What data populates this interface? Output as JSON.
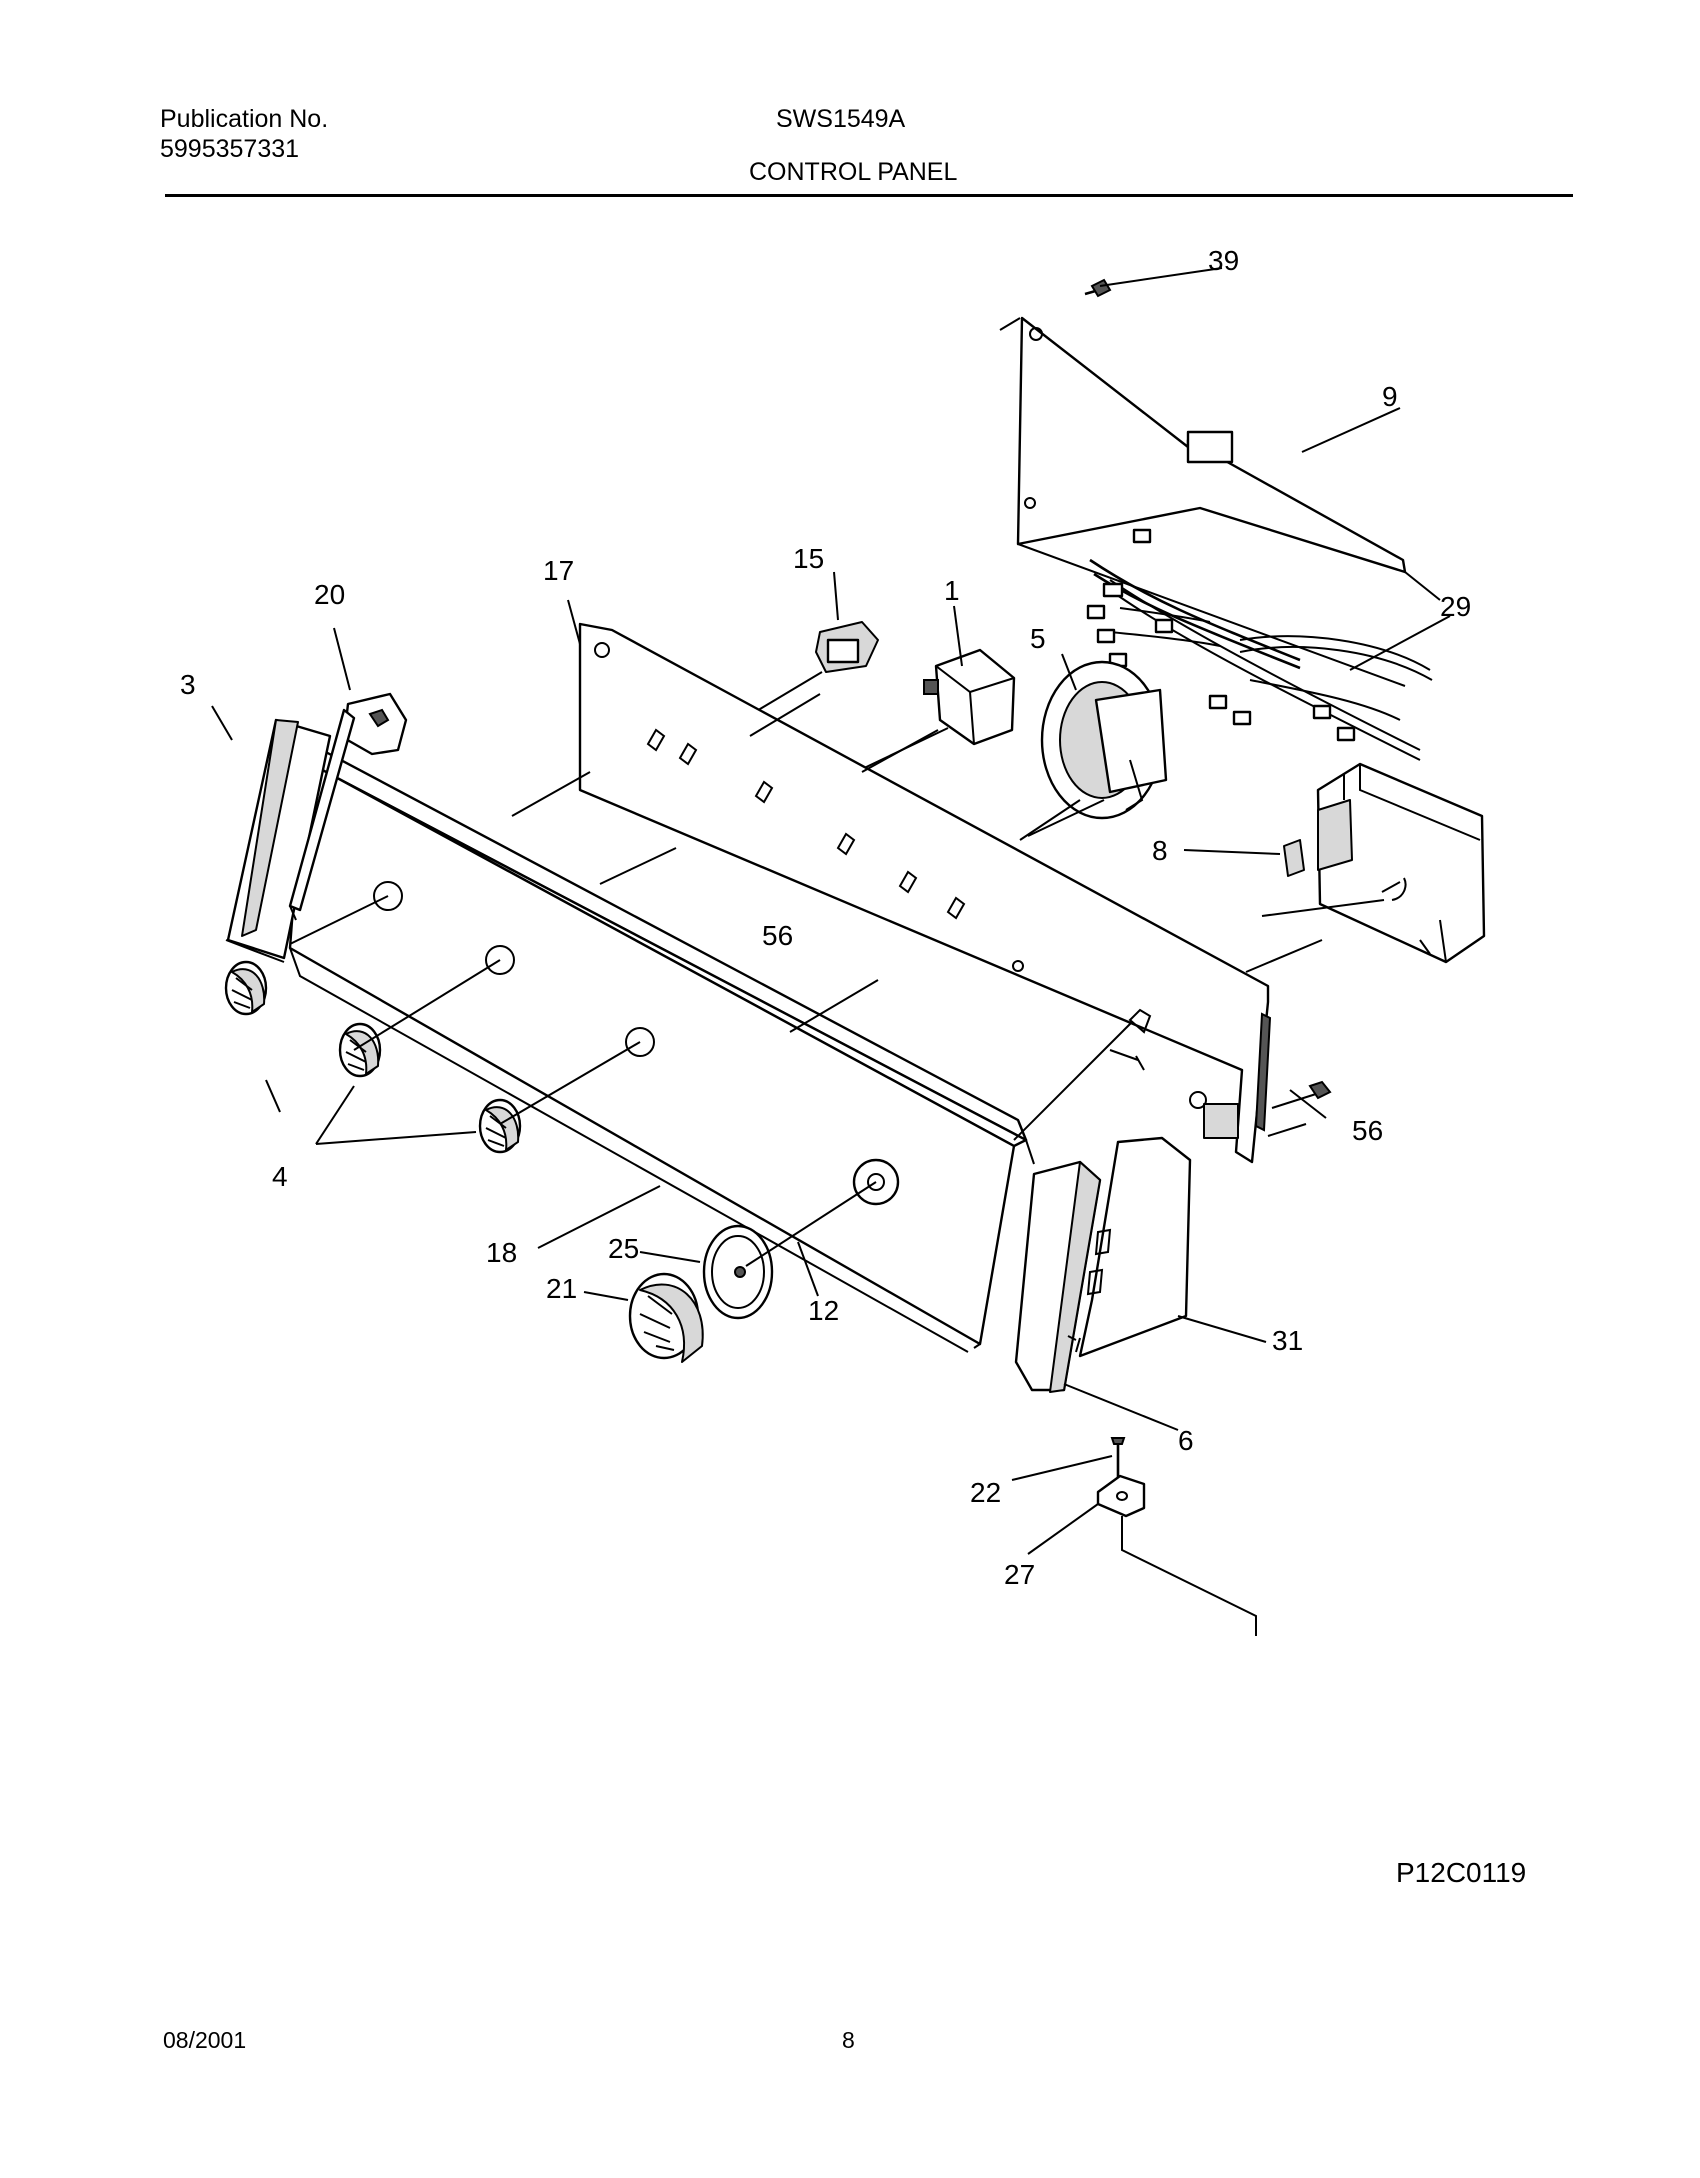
{
  "header": {
    "publication_label": "Publication No.",
    "publication_number": "5995357331",
    "model": "SWS1549A",
    "section_title": "CONTROL PANEL"
  },
  "diagram": {
    "callouts": [
      "39",
      "9",
      "29",
      "15",
      "1",
      "17",
      "20",
      "5",
      "3",
      "8",
      "56",
      "56",
      "4",
      "18",
      "25",
      "21",
      "12",
      "31",
      "6",
      "22",
      "27"
    ]
  },
  "footer": {
    "drawing_id": "P12C0119",
    "date": "08/2001",
    "page_number": "8"
  }
}
